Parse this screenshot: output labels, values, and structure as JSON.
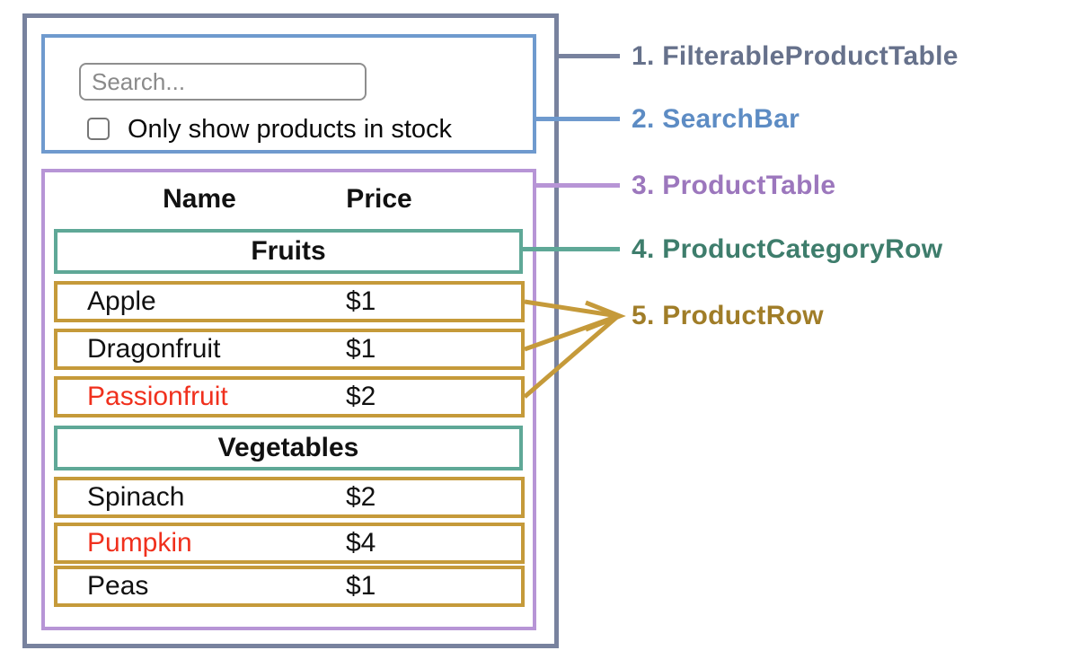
{
  "diagram": {
    "description": "React component hierarchy diagram of a filterable product table"
  },
  "annotations": [
    {
      "text": "1. FilterableProductTable",
      "color": "#66718b"
    },
    {
      "text": "2. SearchBar",
      "color": "#5d8cc4"
    },
    {
      "text": "3. ProductTable",
      "color": "#9c77bd"
    },
    {
      "text": "4. ProductCategoryRow",
      "color": "#3e7d6c"
    },
    {
      "text": "5. ProductRow",
      "color": "#a07d28"
    }
  ],
  "search_bar": {
    "input_placeholder": "Search...",
    "checkbox_label": "Only show products in stock",
    "checkbox_checked": false
  },
  "product_table": {
    "headers": {
      "name": "Name",
      "price": "Price"
    },
    "sections": [
      {
        "category": "Fruits",
        "rows": [
          {
            "name": "Apple",
            "price": "$1",
            "highlighted_red": false
          },
          {
            "name": "Dragonfruit",
            "price": "$1",
            "highlighted_red": false
          },
          {
            "name": "Passionfruit",
            "price": "$2",
            "highlighted_red": true
          }
        ]
      },
      {
        "category": "Vegetables",
        "rows": [
          {
            "name": "Spinach",
            "price": "$2",
            "highlighted_red": false
          },
          {
            "name": "Pumpkin",
            "price": "$4",
            "highlighted_red": true
          },
          {
            "name": "Peas",
            "price": "$1",
            "highlighted_red": false
          }
        ]
      }
    ]
  },
  "colors": {
    "filterable_product_table_border": "#78829e",
    "search_bar_border": "#6f9ace",
    "product_table_border": "#b795d6",
    "product_category_row_border": "#5fa897",
    "product_row_border": "#c59a3a",
    "red_product_text": "#f0301d"
  }
}
